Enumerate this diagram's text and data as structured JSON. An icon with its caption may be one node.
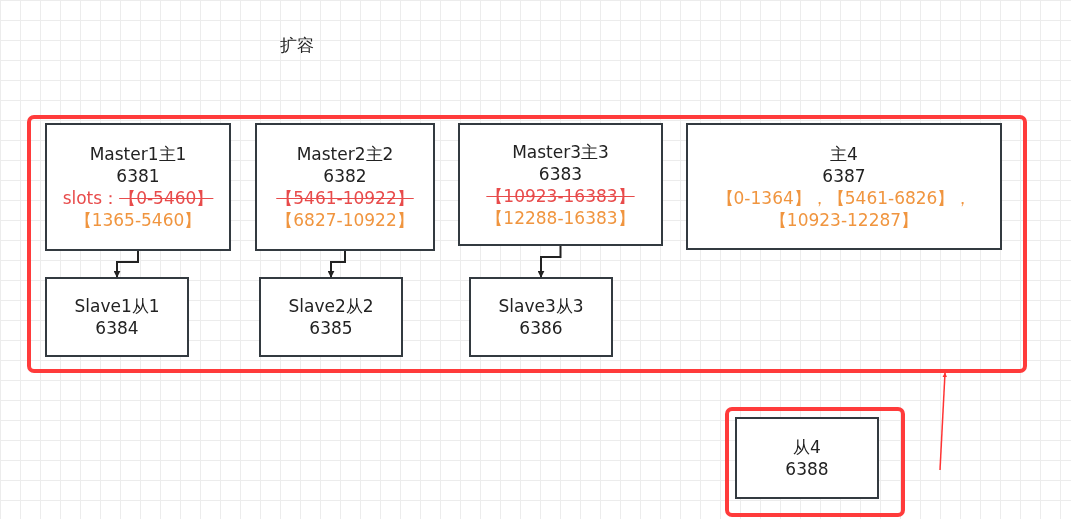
{
  "diagram": {
    "title": "扩容",
    "nodes": [
      {
        "text": [],
        "shape": "box"
      },
      {
        "text": [
          "Master1主1",
          "6381",
          "slots：",
          "【0-5460】",
          "【1365-5460】"
        ],
        "in": 0
      },
      {
        "text": [
          "Master2主2",
          "6382",
          "【5461-10922】",
          "【6827-10922】"
        ],
        "in": 0
      },
      {
        "text": [
          "Master3主3",
          "6383",
          "【10923-16383】",
          "【12288-16383】"
        ],
        "in": 0
      },
      {
        "text": [
          "主4",
          "6387",
          "【0-1364】，【5461-6826】，【10923-12287】"
        ],
        "in": 0
      },
      {
        "text": [
          "Slave1从1",
          "6384"
        ],
        "in": 0
      },
      {
        "text": [
          "Slave2从2",
          "6385"
        ],
        "in": 0
      },
      {
        "text": [
          "Slave3从3",
          "6386"
        ],
        "in": 0
      },
      {
        "text": [],
        "shape": "box"
      },
      {
        "text": [
          "从4",
          "6388"
        ],
        "in": 8
      }
    ],
    "edges": [
      {
        "from": 1,
        "to": 5,
        "arrow": "to"
      },
      {
        "from": 2,
        "to": 6,
        "arrow": "to"
      },
      {
        "from": 3,
        "to": 7,
        "arrow": "to"
      },
      {
        "from": null,
        "to": 0,
        "arrow": "to",
        "color": "#ff3333"
      }
    ]
  }
}
